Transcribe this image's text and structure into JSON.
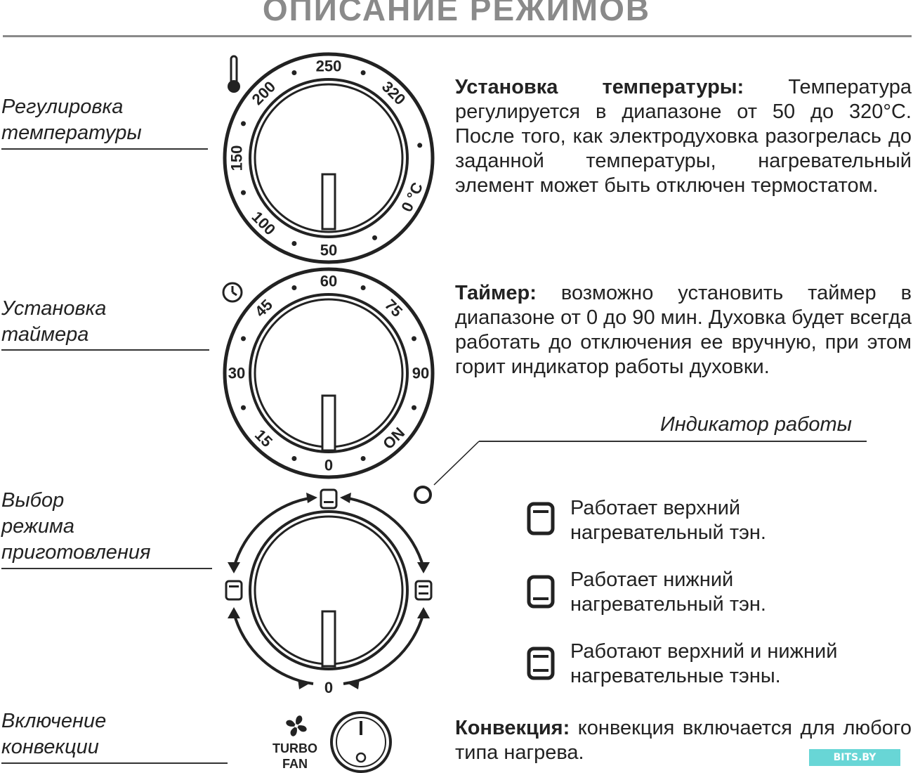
{
  "title": "ОПИСАНИЕ РЕЖИМОВ",
  "labels": {
    "temperature": [
      "Регулировка",
      "температуры"
    ],
    "timer": [
      "Установка",
      "таймера"
    ],
    "mode": [
      "Выбор",
      "режима",
      "приготовления"
    ],
    "convection": [
      "Включение",
      "конвекции"
    ]
  },
  "temperature_desc": {
    "heading": "Установка температуры:",
    "text": " Температура регулируется в диапазоне от 50 до 320°C. После того, как электродуховка разогрелась до заданной температуры, нагревательный элемент может быть отключен термостатом."
  },
  "timer_desc": {
    "heading": "Таймер:",
    "text": " возможно установить таймер в диапазоне от 0 до 90 мин. Духовка будет всегда работать до отключения ее вручную, при этом горит индикатор работы духовки."
  },
  "indicator_label": "Индикатор работы",
  "modes": [
    {
      "icon": "top-heater-icon",
      "line1": "Работает верхний",
      "line2": "нагревательный тэн."
    },
    {
      "icon": "bottom-heater-icon",
      "line1": "Работает нижний",
      "line2": "нагревательный тэн."
    },
    {
      "icon": "top-bottom-heater-icon",
      "line1": "Работают верхний и нижний",
      "line2": "нагревательные тэны."
    }
  ],
  "convection_desc": {
    "heading": "Конвекция:",
    "text": " конвекция включается для любого типа нагрева."
  },
  "temperature_dial": {
    "marks": [
      "250",
      "320",
      "0 °C",
      "50",
      "100",
      "150",
      "200"
    ]
  },
  "timer_dial": {
    "marks": [
      "60",
      "75",
      "90",
      "ON",
      "0",
      "15",
      "30",
      "45"
    ]
  },
  "mode_dial": {
    "zero": "0"
  },
  "turbo_fan": [
    "TURBO",
    "FAN"
  ],
  "watermark": "BITS.BY"
}
